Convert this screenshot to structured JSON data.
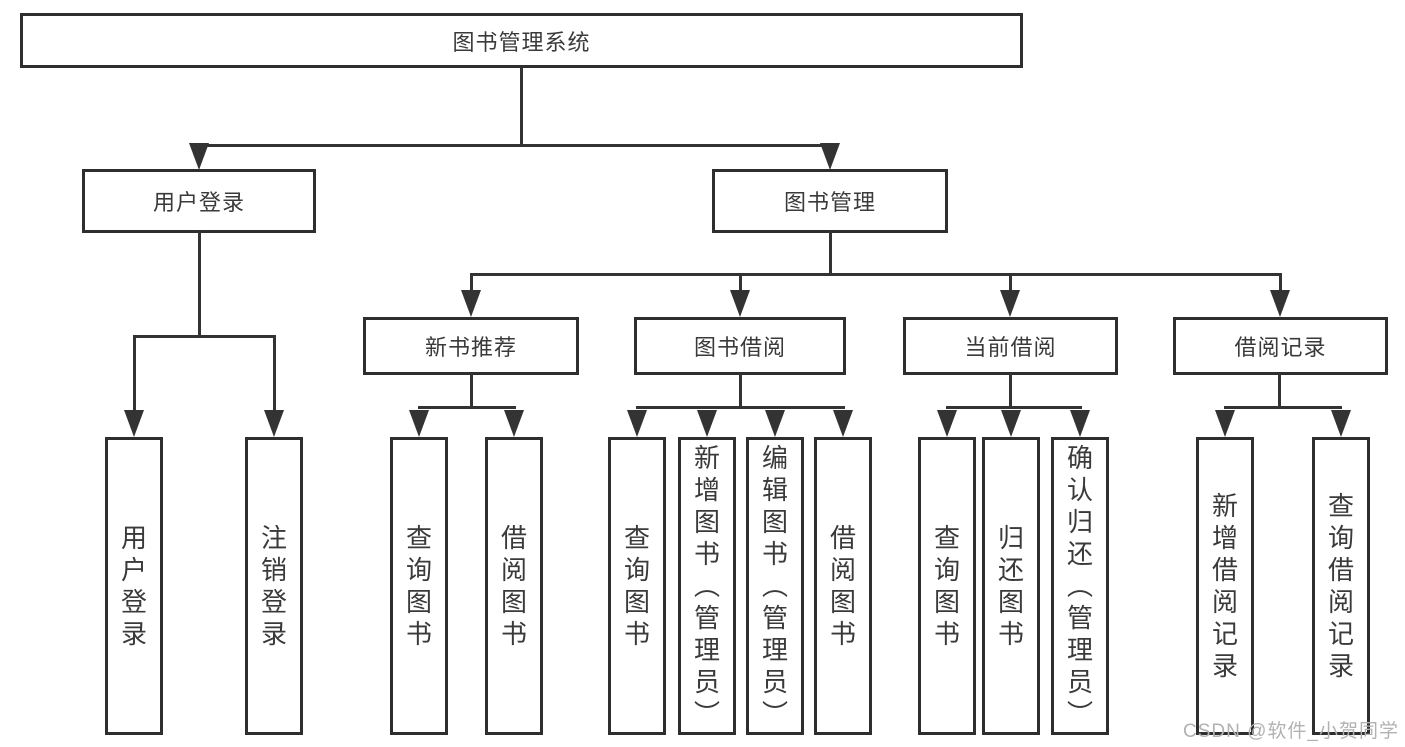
{
  "diagram_title": "图书管理系统",
  "nodes": {
    "root": "图书管理系统",
    "user": "用户登录",
    "book": "图书管理",
    "recommend": "新书推荐",
    "borrow": "图书借阅",
    "current": "当前借阅",
    "records": "借阅记录",
    "user_login": "用户登录",
    "user_logout": "注销登录",
    "recommend_query": "查询图书",
    "recommend_borrow": "借阅图书",
    "borrow_query": "查询图书",
    "borrow_add": "新增图书（管理员）",
    "borrow_edit": "编辑图书（管理员）",
    "borrow_lend": "借阅图书",
    "current_query": "查询图书",
    "current_return": "归还图书",
    "current_confirm": "确认归还（管理员）",
    "records_add": "新增借阅记录",
    "records_query": "查询借阅记录"
  },
  "watermark": "CSDN @软件_小贺同学",
  "colors": {
    "line": "#333333",
    "box_border": "#2e2e2e",
    "text": "#3a3a3a",
    "background": "#ffffff",
    "watermark": "#b2b2b2"
  }
}
